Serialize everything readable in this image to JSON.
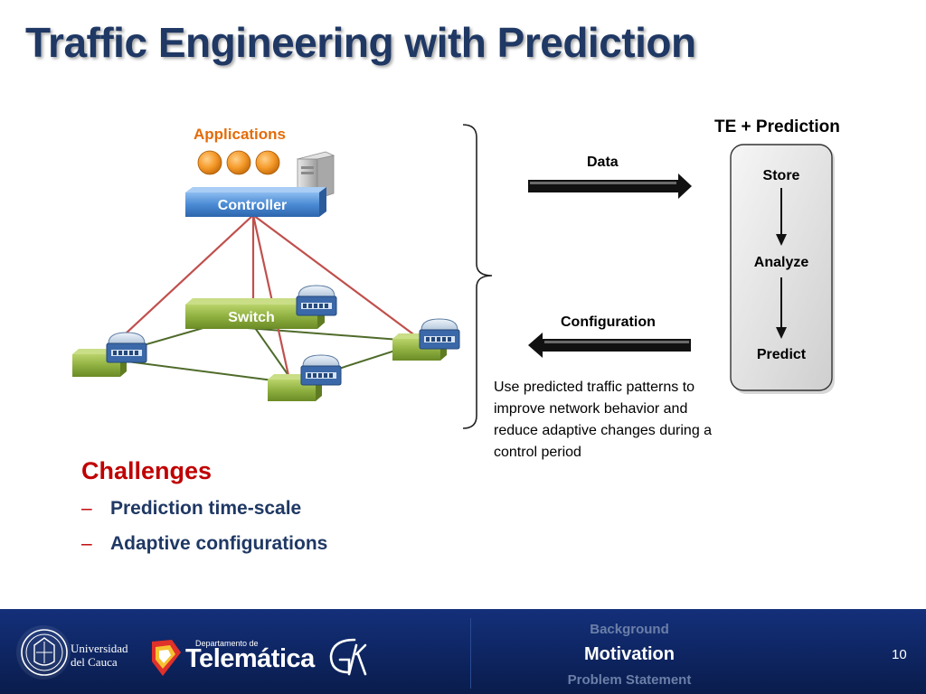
{
  "slide": {
    "title": "Traffic Engineering with Prediction",
    "page_number": "10"
  },
  "diagram": {
    "applications_label": "Applications",
    "controller_label": "Controller",
    "switch_label": "Switch",
    "data_label": "Data",
    "configuration_label": "Configuration",
    "te_title": "TE + Prediction",
    "pipeline": [
      "Store",
      "Analyze",
      "Predict"
    ],
    "description": "Use predicted traffic patterns to improve network behavior and reduce adaptive changes during a control period"
  },
  "challenges": {
    "title": "Challenges",
    "items": [
      "Prediction time-scale",
      "Adaptive configurations"
    ]
  },
  "footer": {
    "university": [
      "Universidad",
      "del Cauca"
    ],
    "department_small": "Departamento de",
    "department_big": "Telemática",
    "nav": [
      "Background",
      "Motivation",
      "Problem Statement"
    ]
  },
  "colors": {
    "title": "#1f3864",
    "applications": "#e36c09",
    "challenges": "#c00000",
    "controller": "#4a8ad4",
    "switch": "#8fb040",
    "footer": "#14307a"
  }
}
